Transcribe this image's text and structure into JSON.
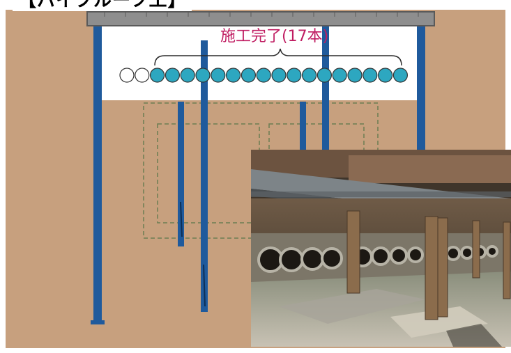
{
  "header": {
    "title": "【パイプルーフ工】"
  },
  "diagram": {
    "status_label": "施工完了(17本)",
    "pipes_done": 17,
    "pipes_total": 19
  },
  "colors": {
    "ground": "#c7a07e",
    "pile": "#1f5a9c",
    "pipe_done": "#2da7c0",
    "status_text": "#c01d62",
    "slab": "#8e8e8e"
  },
  "icons": {
    "photo": "site-photo-inset"
  }
}
